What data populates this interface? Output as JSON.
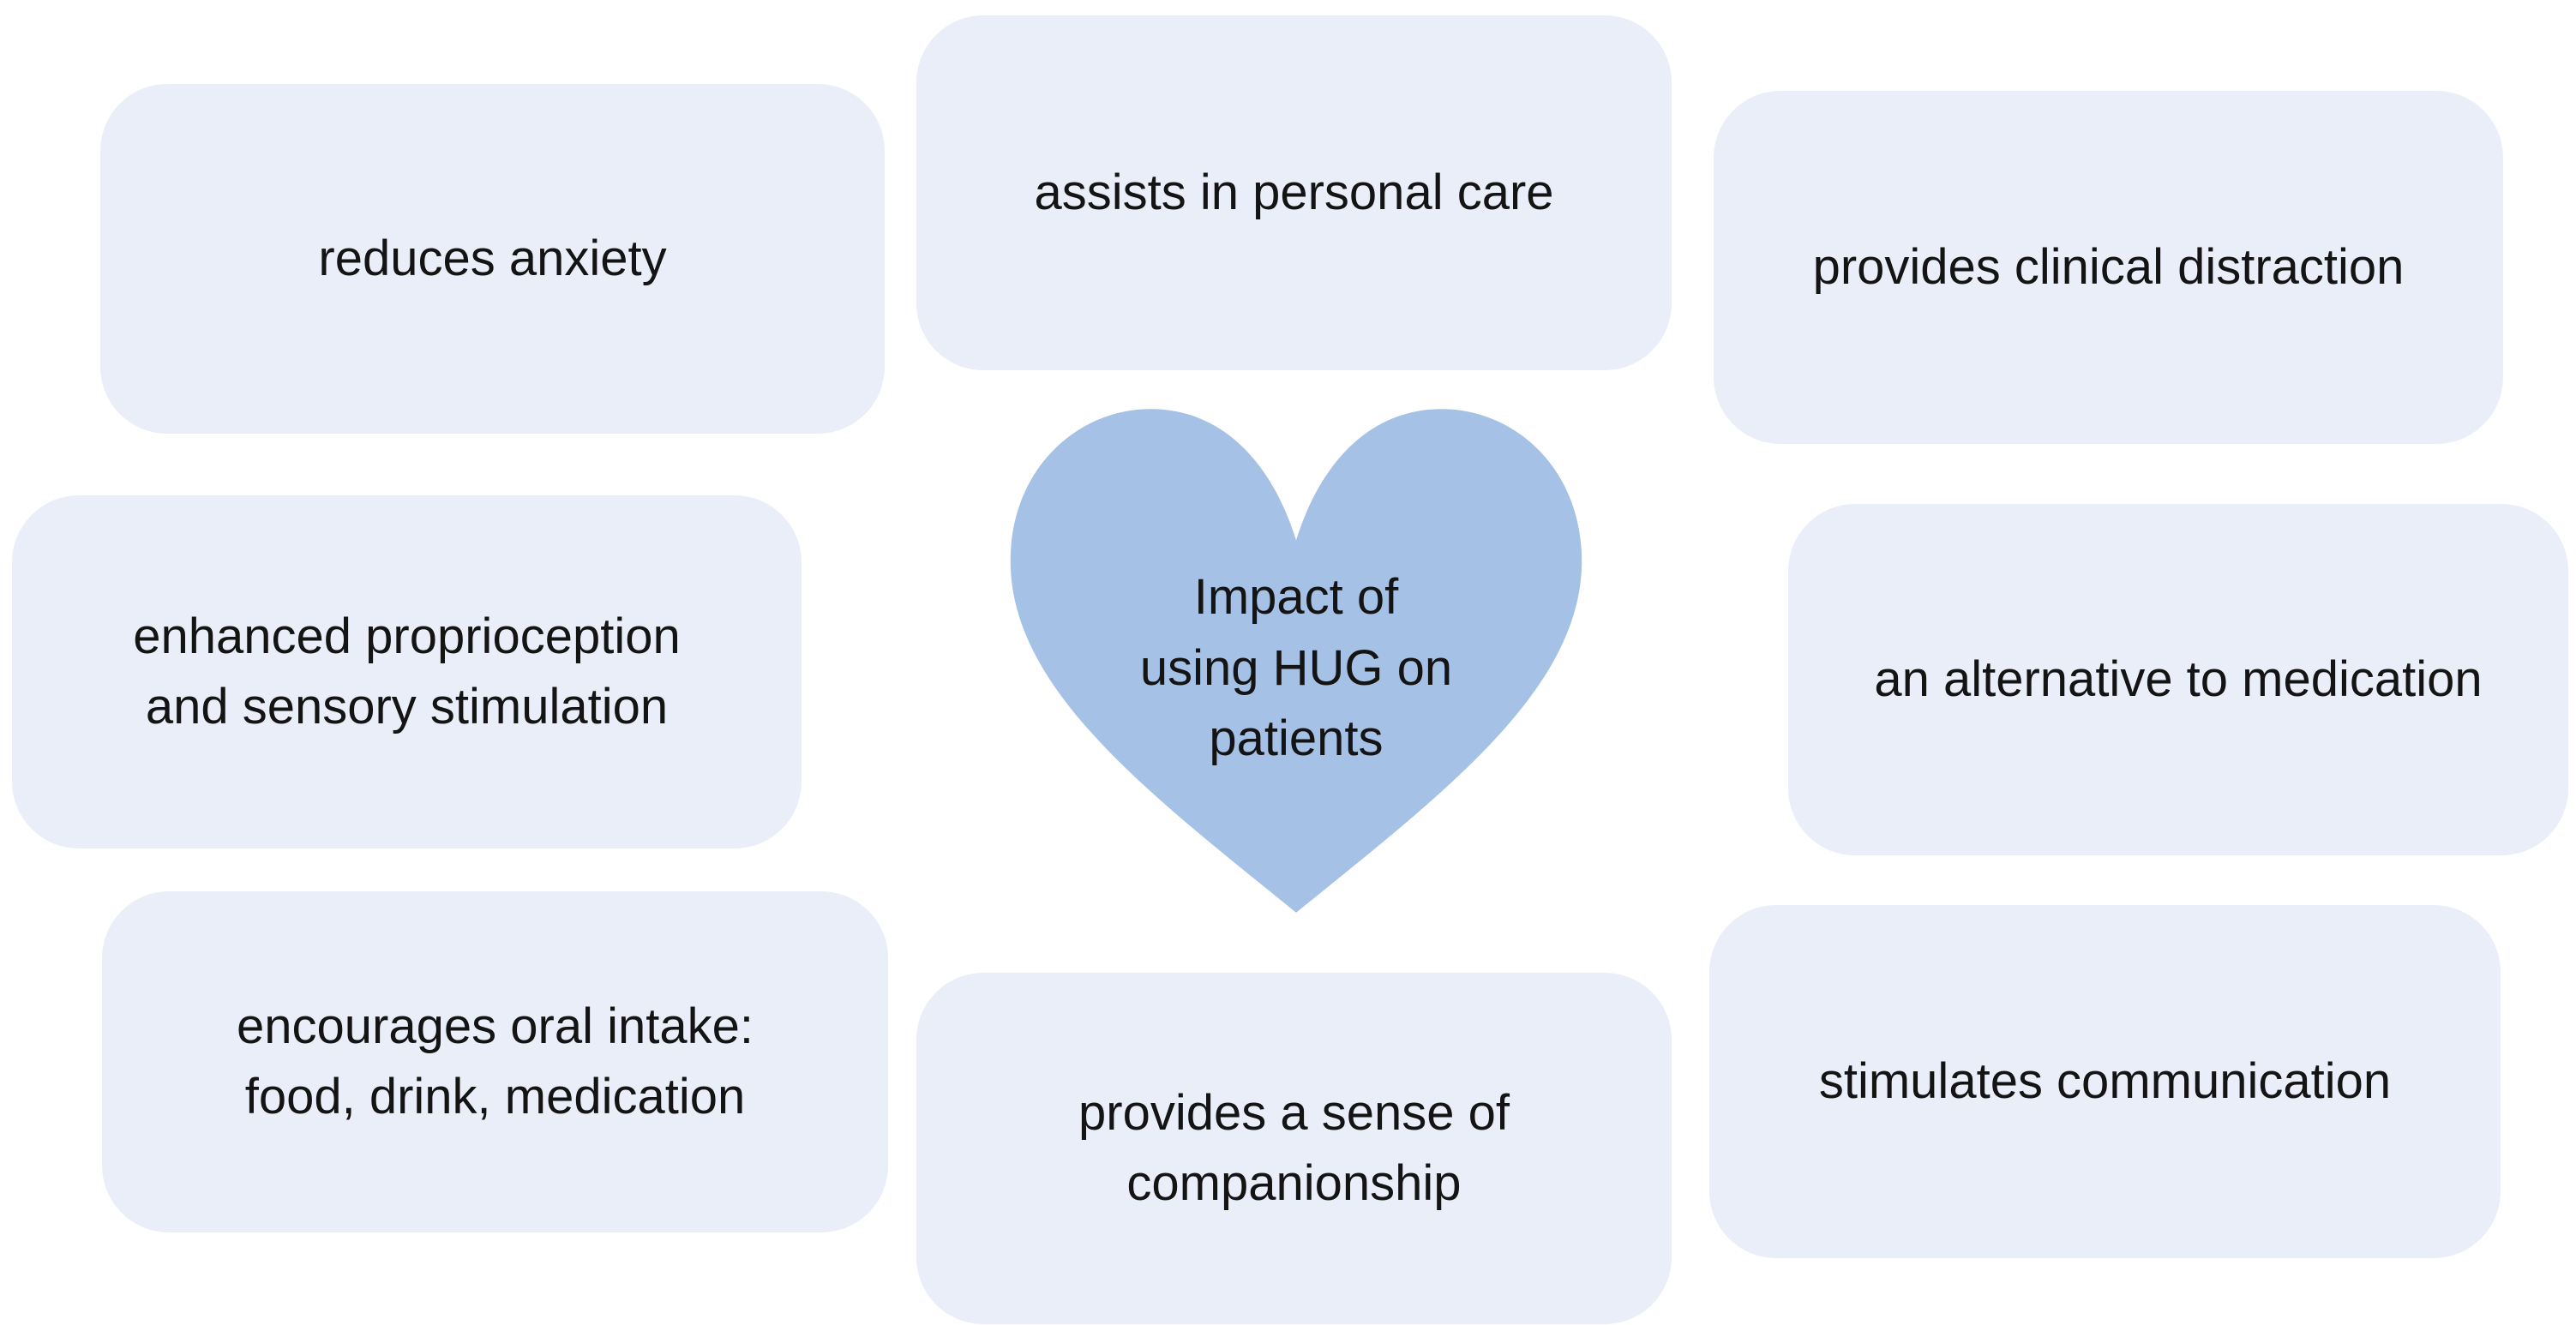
{
  "diagram": {
    "title": "Impact of using HUG on patients",
    "center": {
      "shape": "heart-icon",
      "label": "Impact of\nusing HUG on\npatients"
    },
    "nodes": [
      {
        "id": "top-left",
        "label": "reduces anxiety"
      },
      {
        "id": "top-center",
        "label": "assists in personal care"
      },
      {
        "id": "top-right",
        "label": "provides clinical distraction"
      },
      {
        "id": "middle-left",
        "label": "enhanced proprioception\nand sensory stimulation"
      },
      {
        "id": "middle-right",
        "label": "an alternative to medication"
      },
      {
        "id": "bottom-left",
        "label": "encourages oral intake:\nfood, drink, medication"
      },
      {
        "id": "bottom-center",
        "label": "provides a sense of\ncompanionship"
      },
      {
        "id": "bottom-right",
        "label": "stimulates communication"
      }
    ],
    "colors": {
      "background": "#FFFFFF",
      "box_fill": "#E9EEF8",
      "heart_fill": "#A5C1E5",
      "text": "#141414"
    }
  }
}
